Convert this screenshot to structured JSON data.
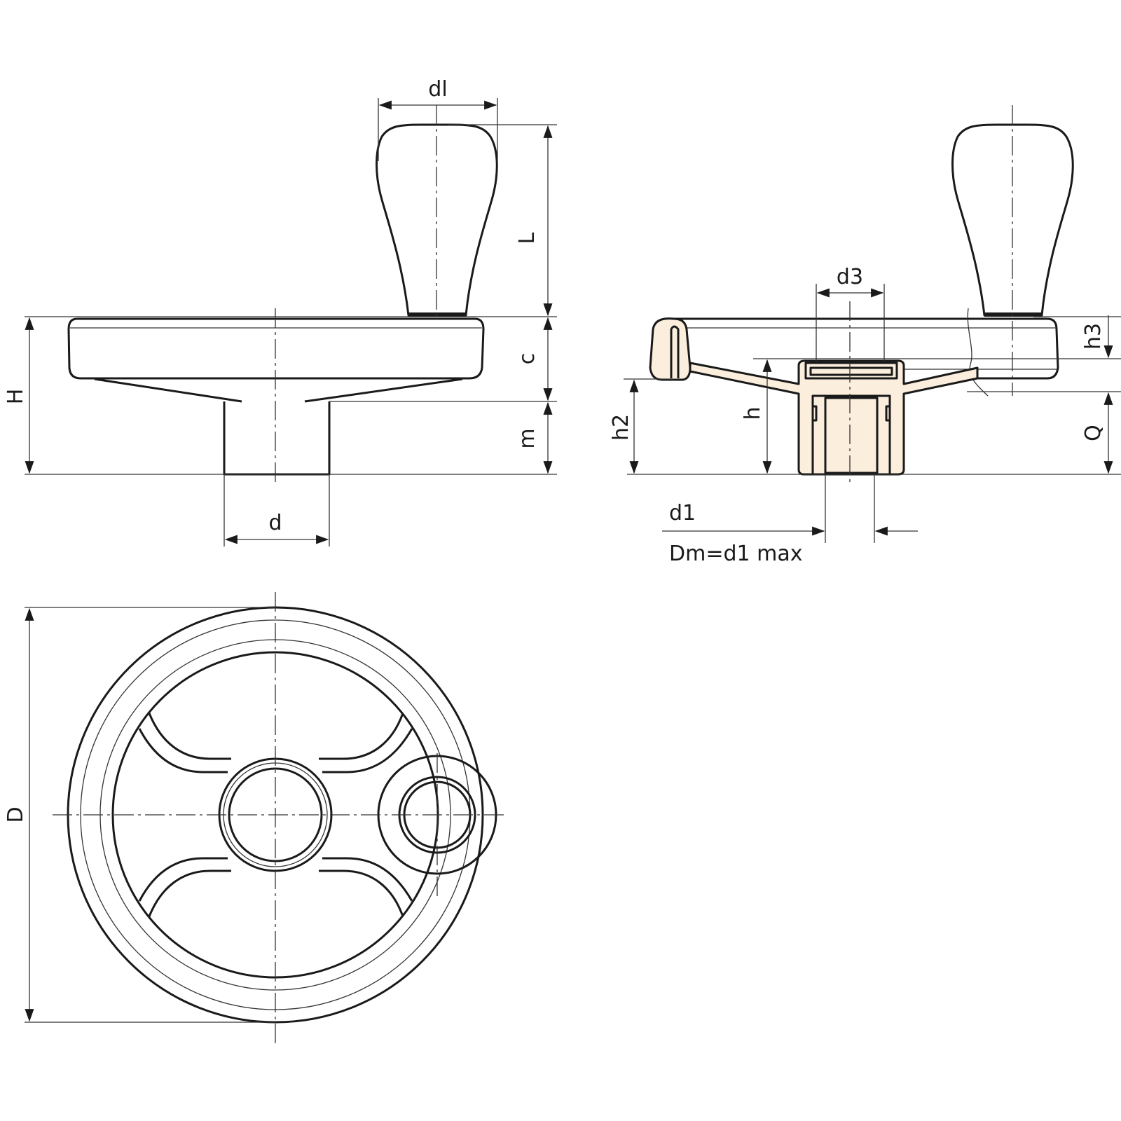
{
  "labels": {
    "dl": "dl",
    "L": "L",
    "c": "c",
    "m": "m",
    "H": "H",
    "d": "d",
    "d3": "d3",
    "h3": "h3",
    "h2": "h2",
    "h": "h",
    "Q": "Q",
    "d1": "d1",
    "dm": "Dm=d1 max",
    "D": "D"
  },
  "colors": {
    "section_fill": "#fbeedd",
    "line": "#1a1a1a"
  }
}
